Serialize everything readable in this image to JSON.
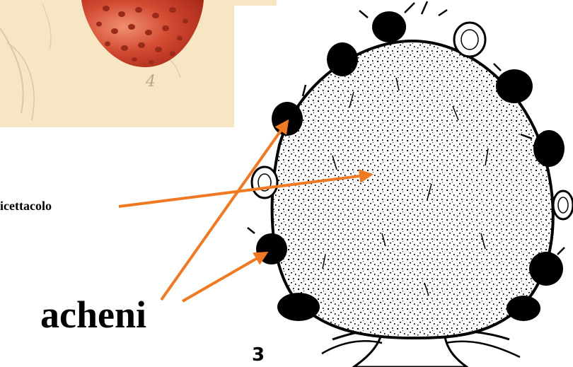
{
  "labels": {
    "receptacle": "icettacolo",
    "achenes": "acheni",
    "plate_number_left": "4",
    "plate_number_right": "3"
  },
  "colors": {
    "arrow": "#f07a23",
    "ink": "#000000",
    "paper": "#f6e6c4",
    "fruit_red": "#c83a28",
    "fruit_light": "#e8826a",
    "seed_pit": "#9a2a1a"
  },
  "icons": {
    "fruit_illustration": "strawberry-painting-icon",
    "receptacle_section": "strawberry-cross-section-icon"
  }
}
